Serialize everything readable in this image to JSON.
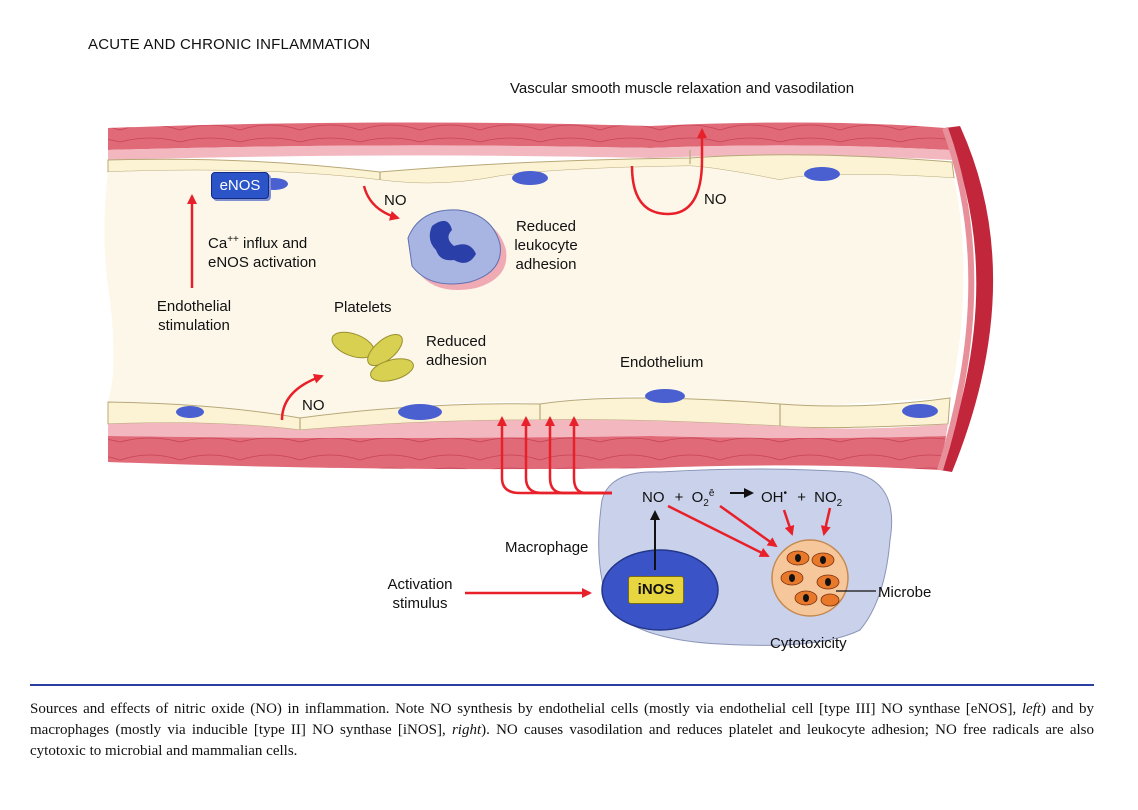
{
  "header": "ACUTE AND CHRONIC INFLAMMATION",
  "labels": {
    "vasodilation": "Vascular smooth muscle relaxation and vasodilation",
    "enos": "eNOS",
    "ca_influx_1": "Ca",
    "ca_influx_sup": "++",
    "ca_influx_2": " influx and",
    "ca_influx_3": "eNOS activation",
    "endothelial_stim_1": "Endothelial",
    "endothelial_stim_2": "stimulation",
    "no": "NO",
    "reduced_leuko_1": "Reduced",
    "reduced_leuko_2": "leukocyte",
    "reduced_leuko_3": "adhesion",
    "platelets": "Platelets",
    "reduced_adh_1": "Reduced",
    "reduced_adh_2": "adhesion",
    "endothelium": "Endothelium",
    "macrophage": "Macrophage",
    "activation_1": "Activation",
    "activation_2": "stimulus",
    "inos": "iNOS",
    "microbe": "Microbe",
    "cytotoxicity": "Cytotoxicity",
    "eq_no": "NO",
    "eq_plus1": "+",
    "eq_o2": "O",
    "eq_o2_sub": "2",
    "eq_o2_sup": "ē",
    "eq_oh": "OH",
    "eq_oh_sup": "•",
    "eq_plus2": "+",
    "eq_no2": "NO",
    "eq_no2_sub": "2"
  },
  "caption": {
    "part1": "Sources and effects of nitric oxide (NO) in inflammation. Note NO synthesis by endothelial cells (mostly via endothelial cell [type III] NO synthase [eNOS], ",
    "left": "left",
    "part2": ") and by macrophages (mostly via inducible [type II] NO synthase [iNOS], ",
    "right": "right",
    "part3": "). NO causes vasodilation and reduces platelet and leukocyte adhesion; NO free radicals are also cytotoxic to microbial and mammalian cells."
  },
  "colors": {
    "vessel_wall": "#e06a78",
    "vessel_dark": "#c2263a",
    "lumen": "#fdf7ea",
    "nucleus": "#4a5fd0",
    "arrow_red": "#e8202a",
    "macrophage_bg": "#c9d2ea",
    "enos_box": "#2a54c8",
    "inos_box": "#e8d640",
    "platelet": "#d8d050",
    "microbe_fill": "#f6c79a",
    "rule": "#2b3fa0"
  }
}
